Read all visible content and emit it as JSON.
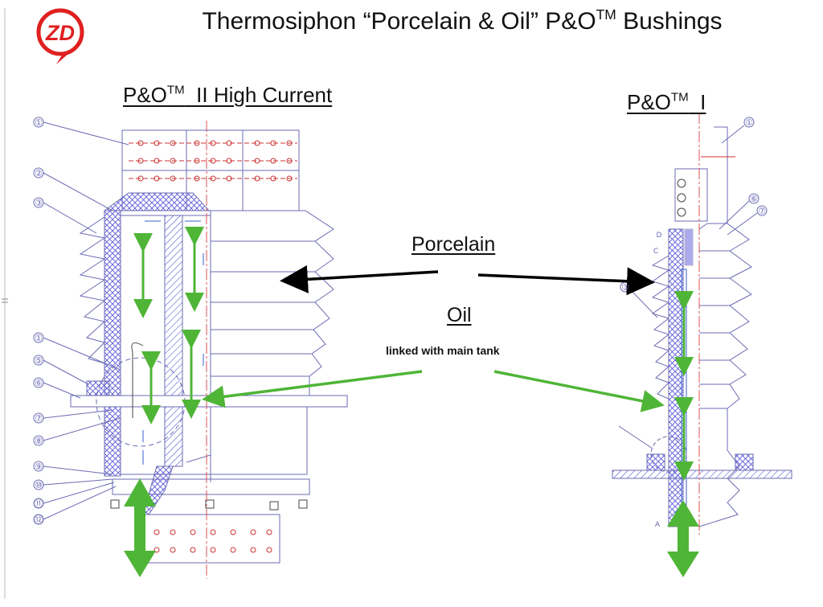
{
  "logo": {
    "text": "ZD",
    "color": "#e02020"
  },
  "title": {
    "main": "Thermosiphon “Porcelain & Oil” P&O",
    "tm": "TM",
    "end": " Bushings"
  },
  "left_diagram": {
    "label": "P&O",
    "tm": "TM",
    "suffix": "  II High Current",
    "callouts": [
      "①",
      "②",
      "③",
      "①",
      "⑤",
      "⑥",
      "⑦",
      "⑧",
      "⑨",
      "⑩",
      "⑪",
      "⑫"
    ]
  },
  "right_diagram": {
    "label": "P&O",
    "tm": "TM",
    "suffix": "  I",
    "callouts": [
      "①",
      "⑥",
      "⑦",
      "③"
    ],
    "letters": [
      "D",
      "C",
      "A"
    ]
  },
  "labels": {
    "porcelain": "Porcelain",
    "oil": "Oil",
    "linked": "linked with main tank"
  },
  "colors": {
    "drawing": "#6b6bb4",
    "hatch": "#4a4ad0",
    "center_line": "#e05050",
    "green": "#4fb537",
    "black": "#000000"
  }
}
